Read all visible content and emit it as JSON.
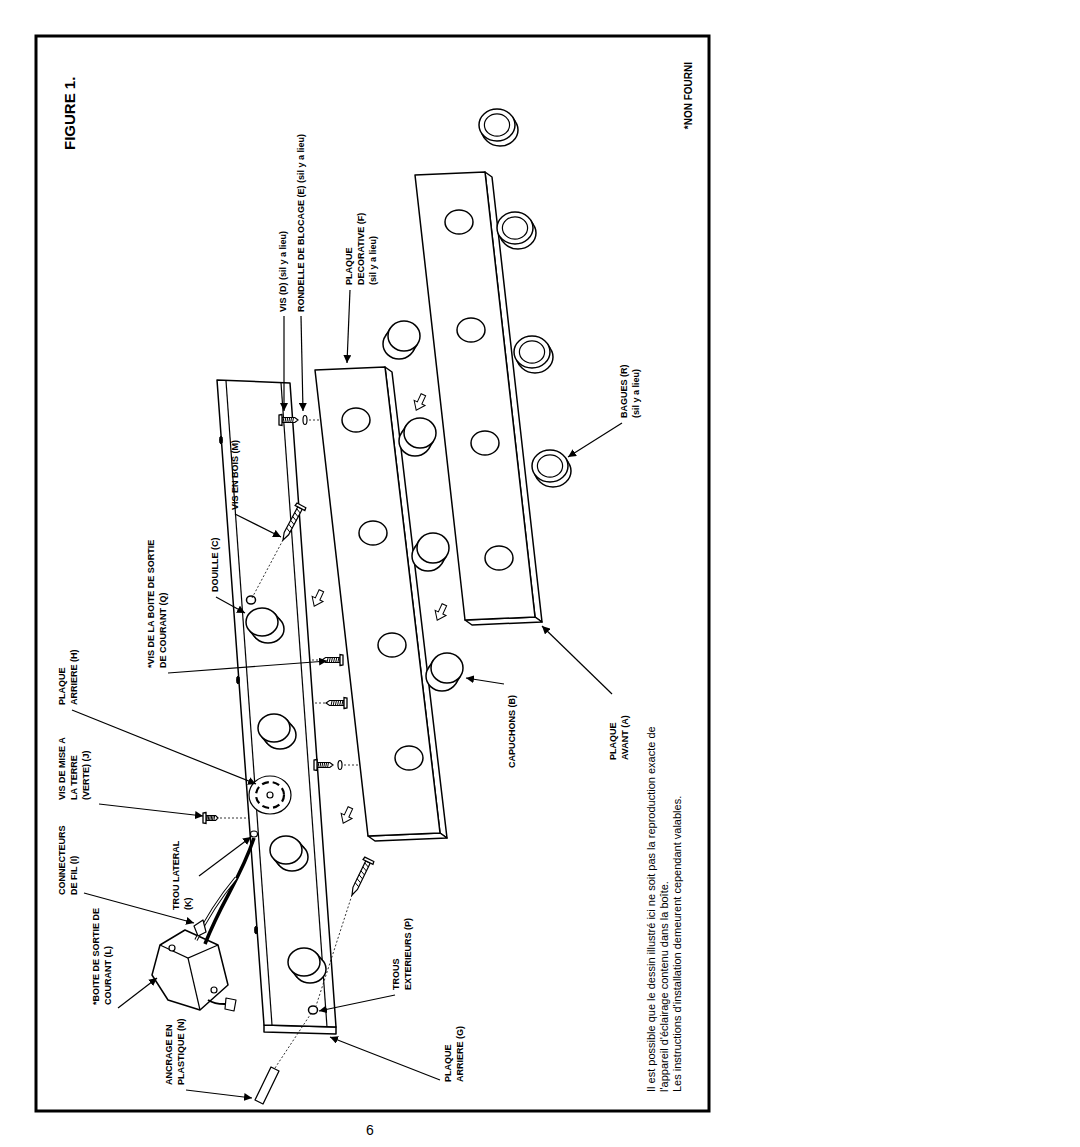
{
  "diagram": {
    "title": "FIGURE 1.",
    "caption": "Il est possible que le dessin illustré ici ne soit pas la reproduction exacte de l'appareil d'éclairage contenu dans la boîte.",
    "labels": [
      "VIS (D) (sil y a lieu)",
      "RONDELLE DE BLOCAGE (E) (sil y a lieu)",
      "PLAQUE DECORATIVE (F) (sil y a lieu)",
      "VIS EN BOIS (M)",
      "DOUILLE (C)",
      "*VIS DE LA BOITE DE SORTIE DE COURANT (Q)",
      "PLAQUE ARRIERE (H)",
      "VIS DE MISE A LA TERRE (VERTE) (J)",
      "TROU LATERAL (K)",
      "CONNECTEURS DE FIL (I)",
      "*BOITE DE SORTIE DE COURANT (L)",
      "ANCRAGE EN PLASTIQUE (N)",
      "TROUS EXTERIEURS (P)",
      "PLAQUE ARRIERE (G)",
      "CAPUCHONS (B)",
      "PLAQUE AVANT (A)",
      "BAGUES (R) (sil y a lieu)",
      "*NON FOURNI",
      "Les instructions d'installation demeurent cependant valables.",
      "6"
    ]
  }
}
